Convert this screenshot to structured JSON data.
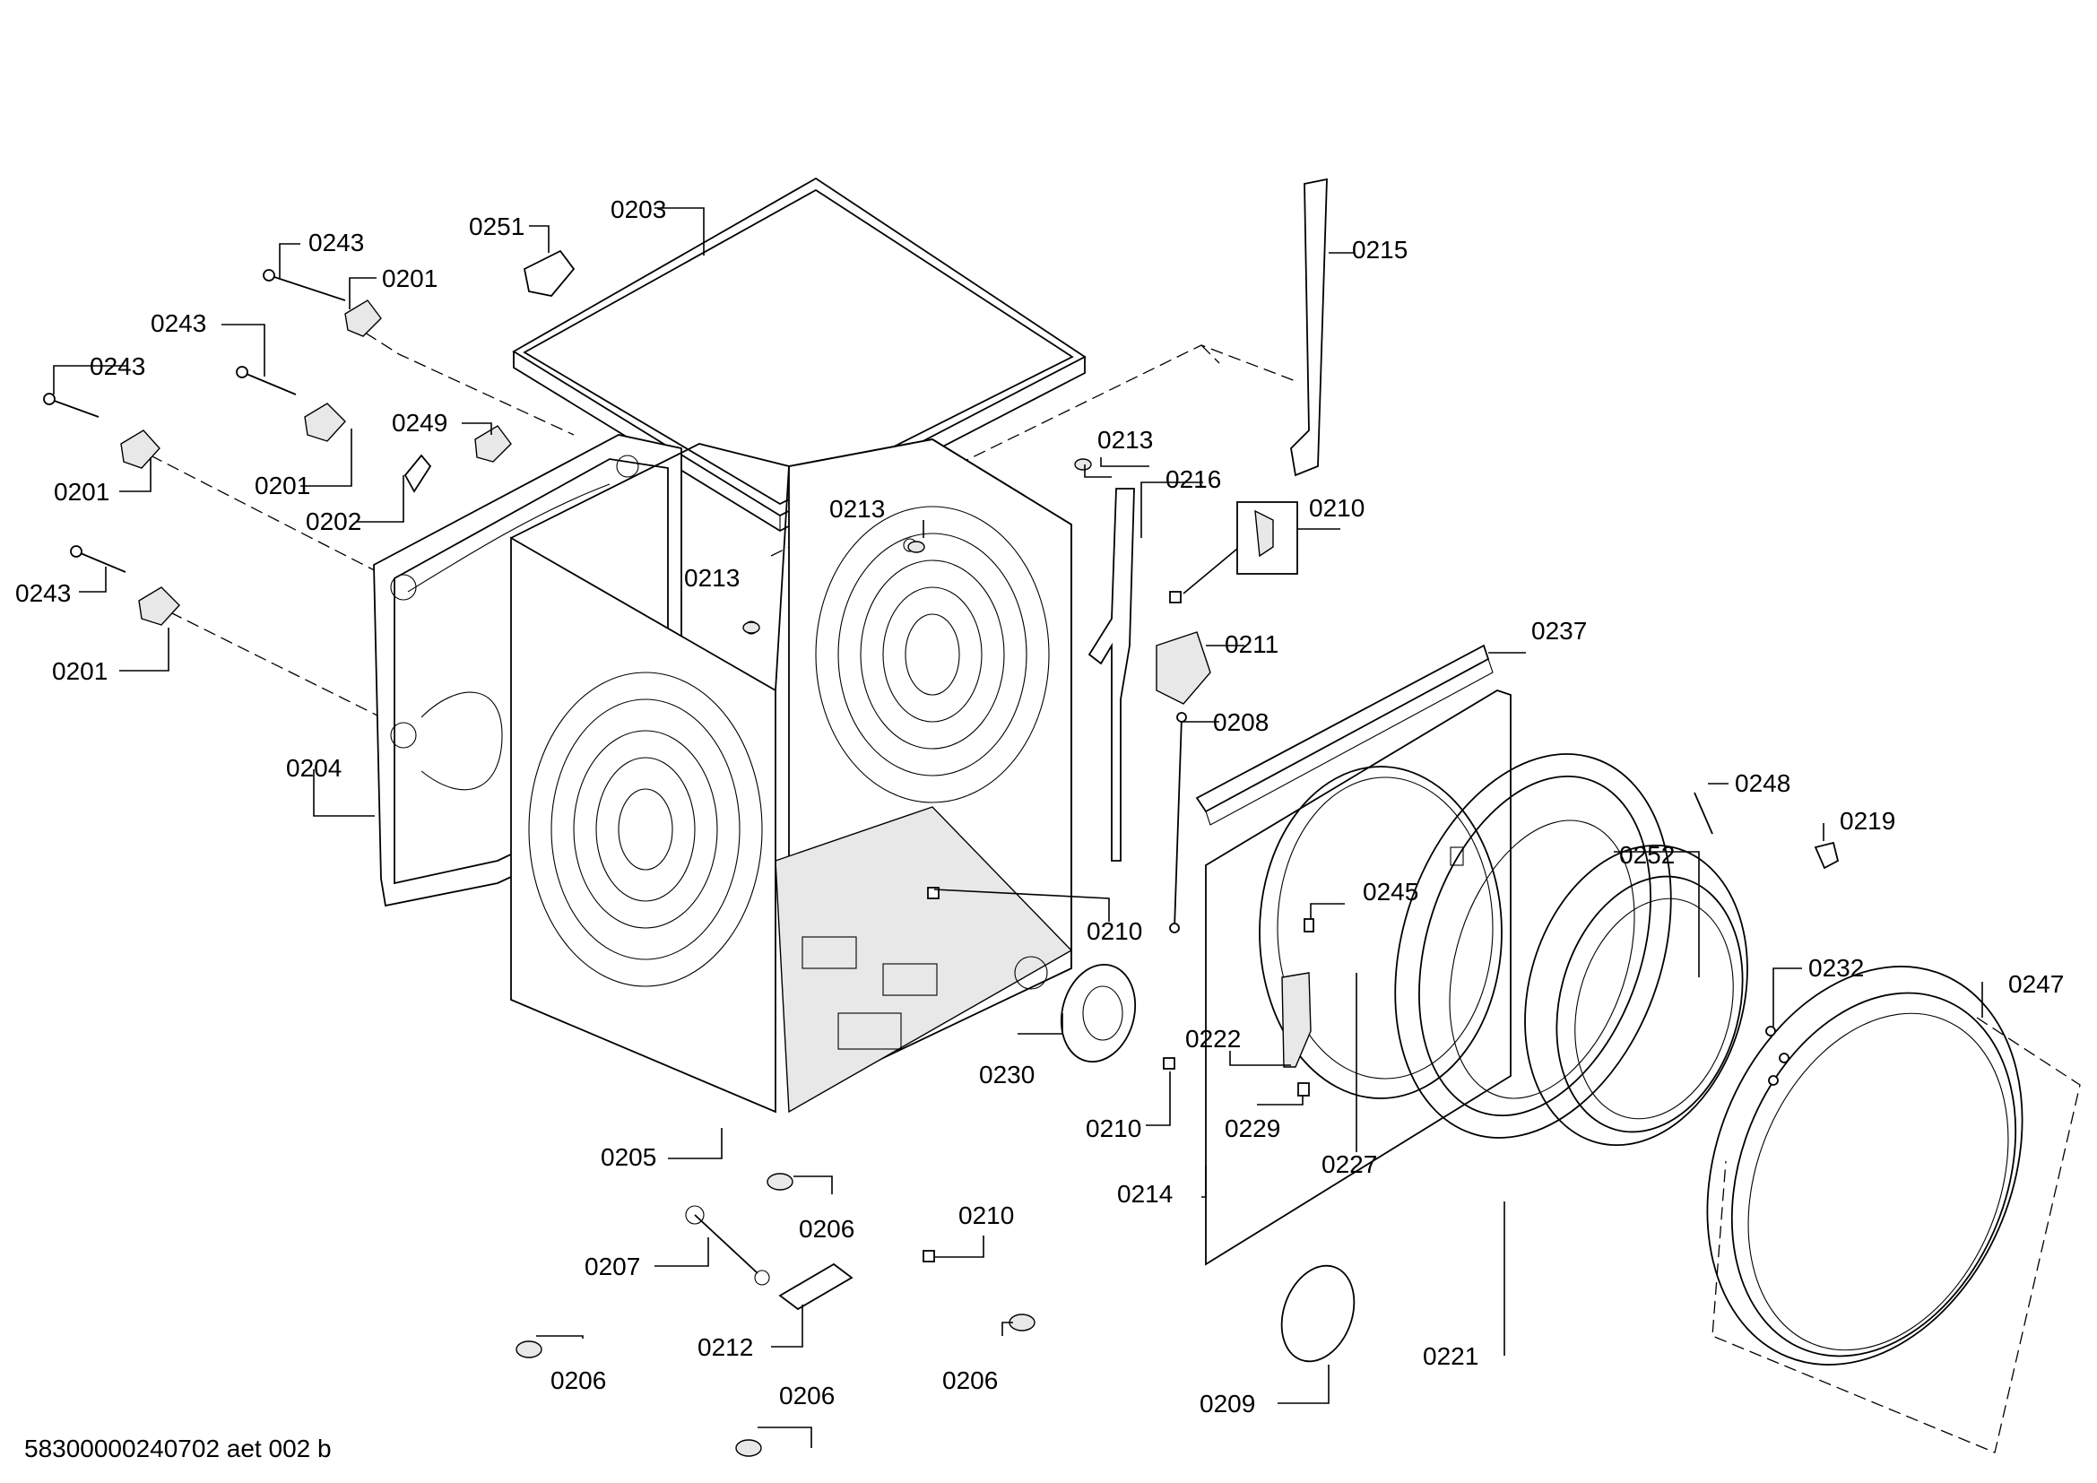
{
  "footer_text": "58300000240702 aet 002 b",
  "labels": {
    "l0203": "0203",
    "l0251": "0251",
    "l0243a": "0243",
    "l0201a": "0201",
    "l0243b": "0243",
    "l0243c": "0243",
    "l0249": "0249",
    "l0201b": "0201",
    "l0202": "0202",
    "l0201c": "0201",
    "l0243d": "0243",
    "l0201d": "0201",
    "l0204": "0204",
    "l0213a": "0213",
    "l0213b": "0213",
    "l0213c": "0213",
    "l0216": "0216",
    "l0210a": "0210",
    "l0215": "0215",
    "l0211": "0211",
    "l0237": "0237",
    "l0208": "0208",
    "l0210b": "0210",
    "l0245": "0245",
    "l0248": "0248",
    "l0219": "0219",
    "l0252": "0252",
    "l0232": "0232",
    "l0247": "0247",
    "l0222": "0222",
    "l0230": "0230",
    "l0210c": "0210",
    "l0229": "0229",
    "l0227": "0227",
    "l0205": "0205",
    "l0206a": "0206",
    "l0214": "0214",
    "l0207": "0207",
    "l0210d": "0210",
    "l0212": "0212",
    "l0206b": "0206",
    "l0206c": "0206",
    "l0206d": "0206",
    "l0221": "0221",
    "l0209": "0209"
  }
}
